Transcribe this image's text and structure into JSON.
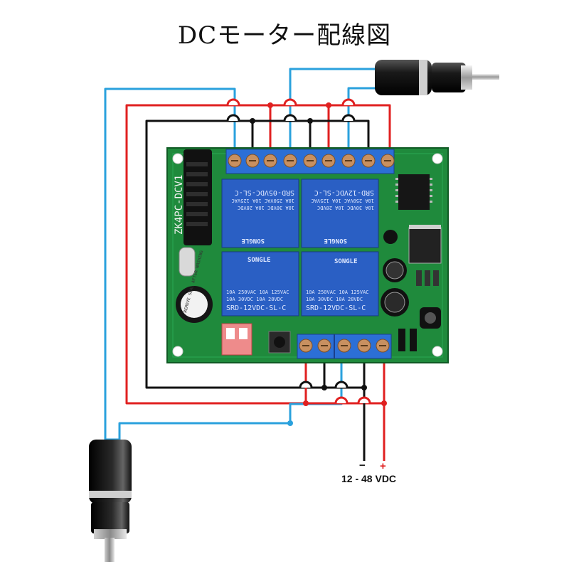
{
  "title": "DCモーター配線図",
  "colors": {
    "blue": "#2aa1dd",
    "red": "#e02020",
    "black": "#111111",
    "pcb": "#1f8a3c",
    "relay": "#2a5fc4",
    "terminal": "#2c6fd6"
  },
  "board": {
    "model_label": "ZK4PC-DCV1"
  },
  "relays": [
    {
      "model": "SRD-05VDC-SL-C",
      "line1": "10A 250VAC  10A 125VAC",
      "line2": "10A 30VDC   10A 28VDC",
      "brand": "SONGLE"
    },
    {
      "model": "SRD-12VDC-SL-C",
      "line1": "10A 250VAC  10A 125VAC",
      "line2": "10A 30VDC   10A 28VDC",
      "brand": "SONGLE"
    },
    {
      "model": "SRD-12VDC-SL-C",
      "line1": "10A 250VAC  10A 125VAC",
      "line2": "10A 30VDC   10A 28VDC",
      "brand": "SONGLE"
    },
    {
      "model": "SRD-12VDC-SL-C",
      "line1": "10A 250VAC  10A 125VAC",
      "line2": "10A 30VDC   10A 28VDC",
      "brand": "SONGLE"
    }
  ],
  "buzzer_label": "REMOVE SEAL AFTER WASHING",
  "power": {
    "minus": "−",
    "plus": "+",
    "voltage": "12 - 48 VDC"
  }
}
